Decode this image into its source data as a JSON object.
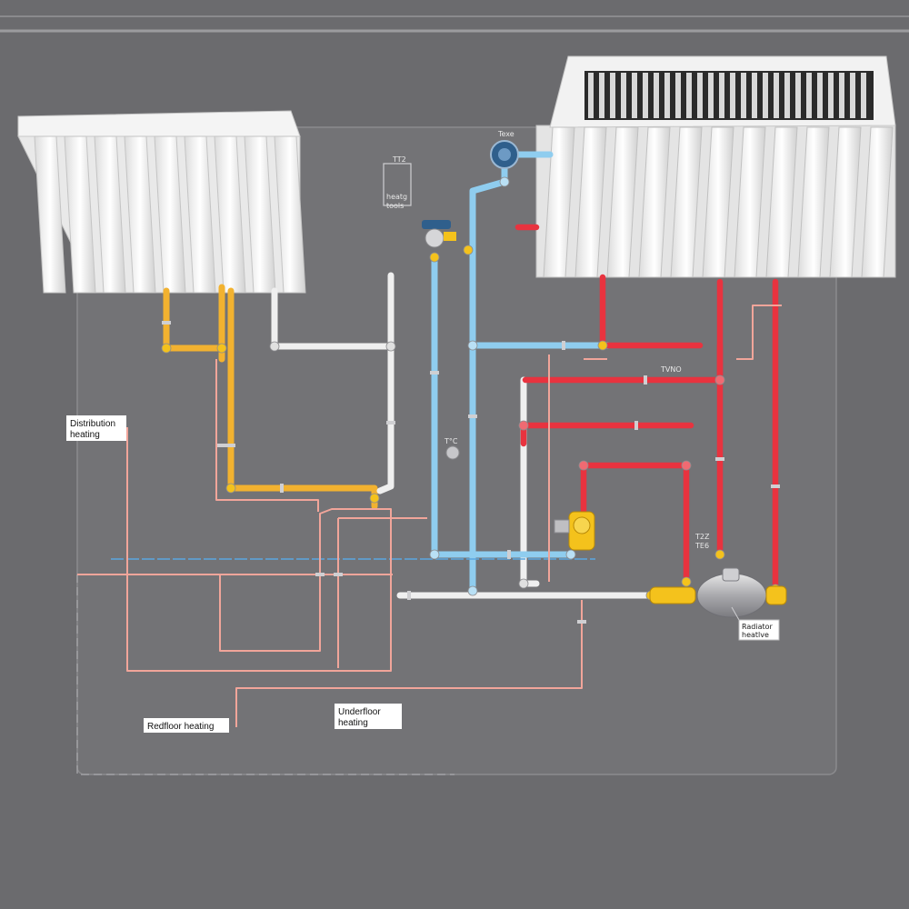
{
  "labels": {
    "distribution": [
      "Distribution",
      "heating"
    ],
    "radfloor": "Redfloor heating",
    "underfloor": [
      "Underfloor",
      "heating"
    ],
    "valve_box": [
      "Radiator",
      "heatlve"
    ]
  },
  "small_tags": {
    "tag_top_left": "TT2",
    "tag_box": [
      "heatg",
      "tools"
    ],
    "tag_top_center": "Texe",
    "tag_right_mid": "TVNO",
    "tag_gauge": "T°C",
    "tag_valve": [
      "T2Z",
      "TE6"
    ]
  },
  "colors": {
    "background": "#6b6b6e",
    "panel": "#737376",
    "pipe_yellow": "#f2b230",
    "pipe_white": "#efefef",
    "pipe_blue": "#8fcdef",
    "pipe_red": "#e8333f",
    "pipe_pink": "#f1a59a",
    "line_blue": "#5aa7e0",
    "fitting_gold": "#f4c21c"
  },
  "icons": [
    "radiator-left-icon",
    "radiator-right-icon",
    "pump-icon",
    "ball-valve-icon",
    "gauge-icon"
  ]
}
